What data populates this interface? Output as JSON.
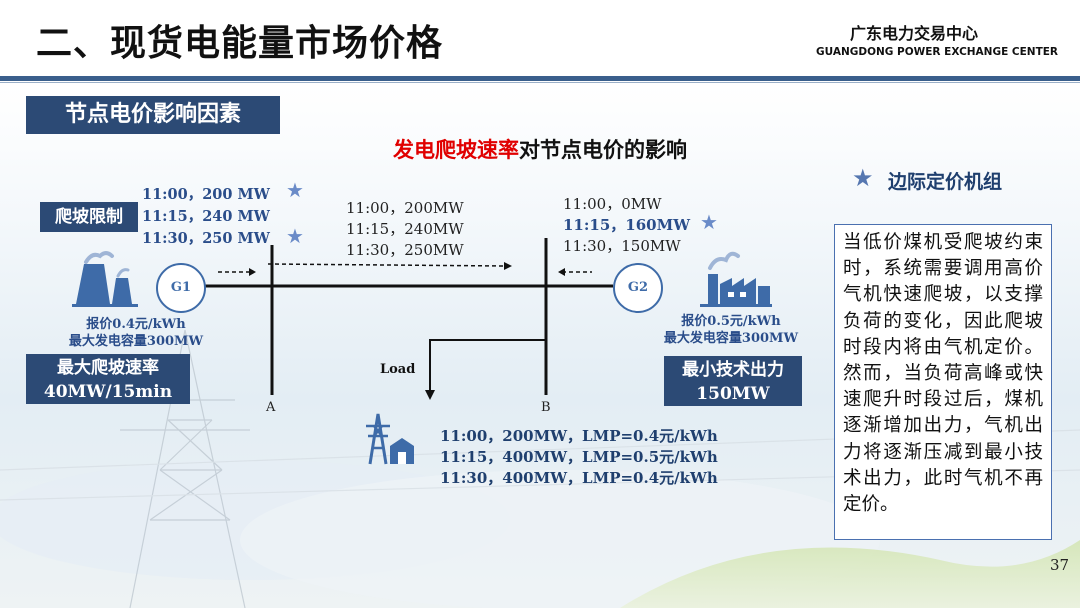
{
  "header": {
    "title": "二、现货电能量市场价格",
    "org_cn": "广东电力交易中心",
    "org_en": "GUANGDONG POWER EXCHANGE CENTER"
  },
  "section_label": "节点电价影响因素",
  "heading": {
    "red_part": "发电爬坡速率",
    "black_part": "对节点电价的影响"
  },
  "legend": {
    "star_icon": "star-icon",
    "label": "边际定价机组"
  },
  "g1": {
    "ramp_limit_label": "爬坡限制",
    "schedule": [
      "11:00，200 MW",
      "11:15，240 MW",
      "11:30，250 MW"
    ],
    "label": "G1",
    "price": "报价0.4元/kWh",
    "capacity": "最大发电容量300MW",
    "max_ramp_title": "最大爬坡速率",
    "max_ramp_value": "40MW/15min"
  },
  "line_flow": [
    "11:00，200MW",
    "11:15，240MW",
    "11:30，250MW"
  ],
  "g2": {
    "schedule": [
      "11:00，0MW",
      "11:15，160MW",
      "11:30，150MW"
    ],
    "label": "G2",
    "price": "报价0.5元/kWh",
    "capacity": "最大发电容量300MW",
    "min_output_title": "最小技术出力",
    "min_output_value": "150MW"
  },
  "nodes": {
    "a": "A",
    "b": "B"
  },
  "load": {
    "label": "Load",
    "schedule": [
      "11:00，200MW，LMP=0.4元/kWh",
      "11:15，400MW，LMP=0.5元/kWh",
      "11:30，400MW，LMP=0.4元/kWh"
    ]
  },
  "explanation": "当低价煤机受爬坡约束时，系统需要调用高价气机快速爬坡，以支撑负荷的变化，因此爬坡时段内将由气机定价。然而，当负荷高峰或快速爬升时段过后，煤机逐渐增加出力，气机出力将逐渐压减到最小技术出力，此时气机不再定价。",
  "page_number": "37",
  "colors": {
    "navy": "#2c4a75",
    "red": "#e00000",
    "accent_blue": "#3e6ba8"
  }
}
